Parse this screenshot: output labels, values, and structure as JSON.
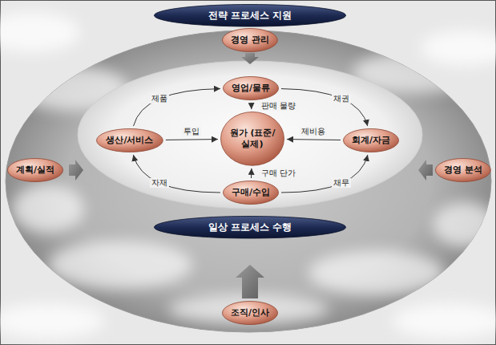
{
  "diagram": {
    "nodes": [
      {
        "text": [
          "전략 프로세스 지원"
        ]
      },
      {
        "text": [
          "경영 관리"
        ]
      },
      {
        "text": [
          "계획/실적"
        ]
      },
      {
        "text": [
          "경영 분석"
        ]
      },
      {
        "text": [
          "영업/물류"
        ]
      },
      {
        "text": [
          "생산/서비스"
        ]
      },
      {
        "text": [
          "원가 (표준/실제)"
        ]
      },
      {
        "text": [
          "회계/자금"
        ]
      },
      {
        "text": [
          "구매/수입"
        ]
      },
      {
        "text": [
          "일상 프로세스 수행"
        ]
      },
      {
        "text": [
          "조직/인사"
        ]
      }
    ],
    "edges": [
      {
        "from": 5,
        "to": 4,
        "label": "제품",
        "arrow": "to"
      },
      {
        "from": 4,
        "to": 7,
        "label": "채권",
        "arrow": "to"
      },
      {
        "from": 8,
        "to": 5,
        "label": "자재",
        "arrow": "to"
      },
      {
        "from": 8,
        "to": 7,
        "label": "채무",
        "arrow": "to"
      },
      {
        "from": 4,
        "to": 6,
        "label": "판매 물량",
        "arrow": "to"
      },
      {
        "from": 5,
        "to": 6,
        "label": "투입",
        "arrow": "to"
      },
      {
        "from": 7,
        "to": 6,
        "label": "제비용",
        "arrow": "to"
      },
      {
        "from": 8,
        "to": 6,
        "label": "구매 단가",
        "arrow": "to"
      }
    ]
  }
}
